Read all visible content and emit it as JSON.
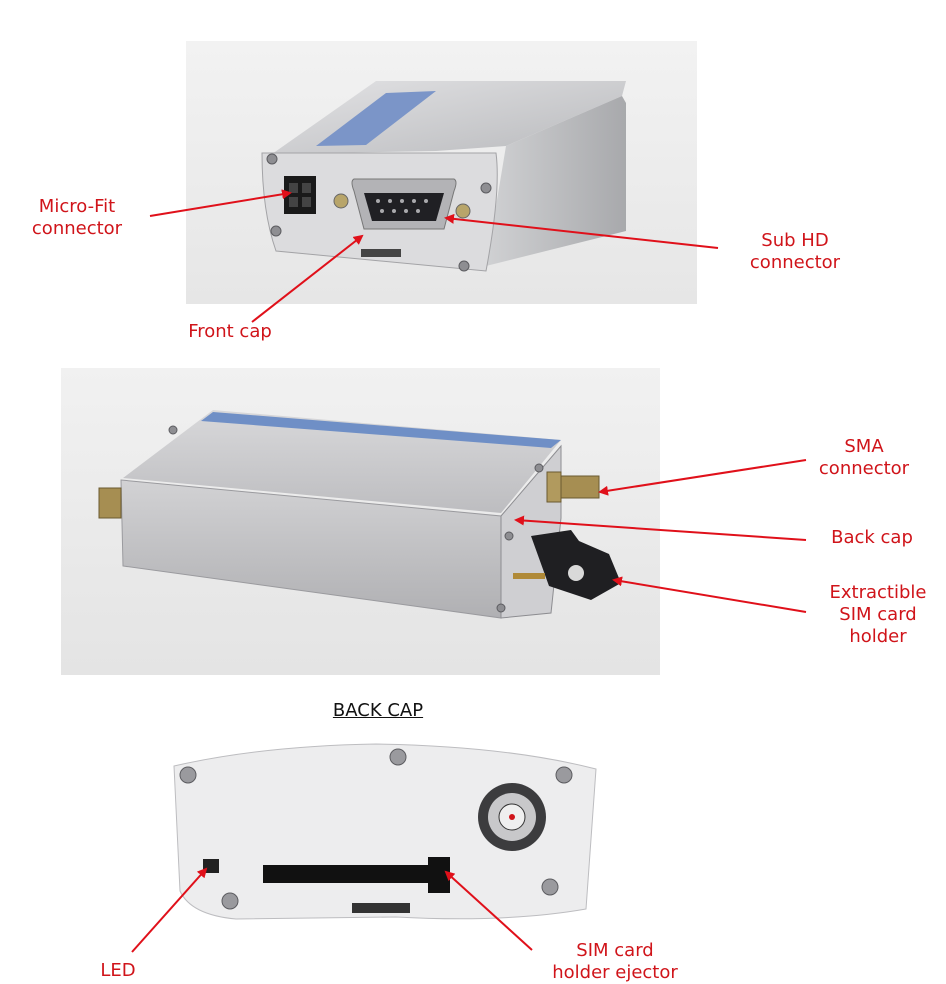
{
  "labels": {
    "micro_fit": "Micro-Fit\nconnector",
    "sub_hd": "Sub HD\nconnector",
    "front_cap": "Front cap",
    "sma": "SMA\nconnector",
    "back_cap": "Back cap",
    "sim_holder": "Extractible\nSIM card\nholder",
    "led": "LED",
    "sim_ejector": "SIM card\nholder ejector"
  },
  "section_heading": "BACK CAP",
  "colors": {
    "annotation": "#d0141a",
    "arrow": "#e0101a",
    "metal": "#c9c9cb",
    "photo_bg": "#ececec"
  }
}
